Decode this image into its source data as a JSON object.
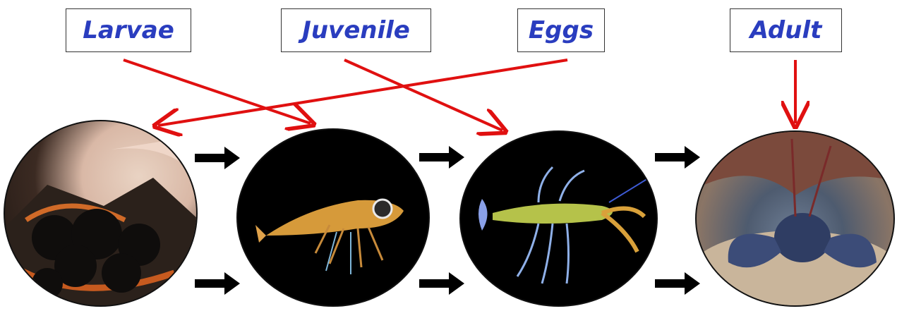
{
  "labels": {
    "larvae": "Larvae",
    "juvenile": "Juvenile",
    "eggs": "Eggs",
    "adult": "Adult"
  },
  "colors": {
    "label_text": "#2a3dbf",
    "connector_arrow": "#e01010",
    "flow_arrow": "#000000"
  },
  "stages": [
    {
      "name": "eggs",
      "icon": "lobster-eggs-photo"
    },
    {
      "name": "larvae",
      "icon": "larva-photo"
    },
    {
      "name": "juvenile",
      "icon": "juvenile-lobster-photo"
    },
    {
      "name": "adult",
      "icon": "adult-lobster-photo"
    }
  ]
}
